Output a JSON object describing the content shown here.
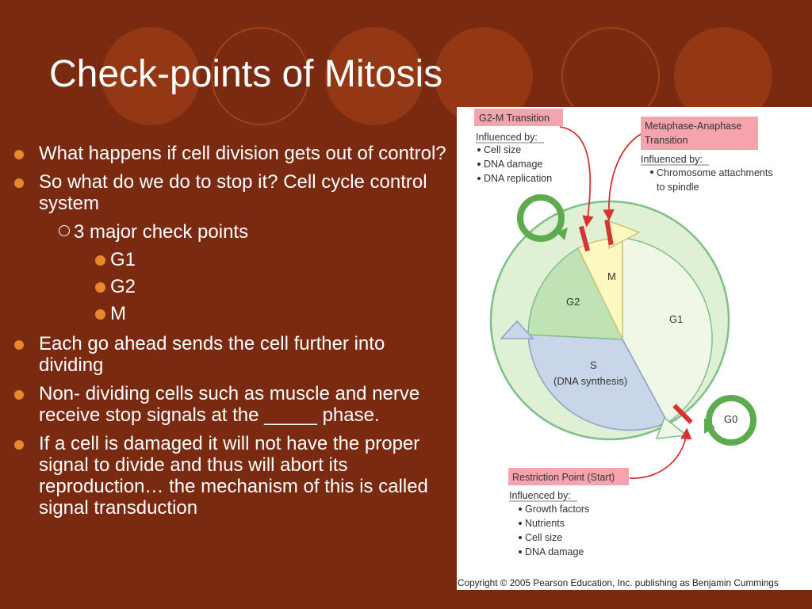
{
  "slide": {
    "title": "Check-points of Mitosis",
    "bullets": [
      "What happens if cell division gets out of control?",
      "So what do we do to stop it?  Cell cycle control system",
      "Each go ahead sends the cell further into dividing",
      "Non- dividing cells such as muscle and nerve receive stop signals at the _____ phase.",
      "If a cell is damaged it will not have the proper signal to divide and thus will abort its reproduction… the mechanism of this is called signal transduction"
    ],
    "sub_bullet": "3 major check points",
    "sub_sub_bullets": [
      "G1",
      "G2",
      "M"
    ],
    "colors": {
      "background": "#7a2a10",
      "bullet": "#e8872c",
      "text": "#ffffff"
    }
  },
  "figure": {
    "g2m_title": "G2-M Transition",
    "g2m_influenced": "Influenced by:",
    "g2m_items": [
      "Cell size",
      "DNA damage",
      "DNA replication"
    ],
    "meta_title_1": "Metaphase-Anaphase",
    "meta_title_2": "Transition",
    "meta_influenced": "Influenced by:",
    "meta_item_1": "Chromosome attachments",
    "meta_item_2": "to spindle",
    "restriction_title": "Restriction Point (Start)",
    "restriction_influenced": "Influenced by:",
    "restriction_items": [
      "Growth factors",
      "Nutrients",
      "Cell size",
      "DNA damage"
    ],
    "phase_m": "M",
    "phase_g2": "G2",
    "phase_g1": "G1",
    "phase_s": "S",
    "phase_s_sub": "(DNA synthesis)",
    "phase_g0": "G0",
    "copyright": "Copyright © 2005 Pearson Education, Inc. publishing as Benjamin Cummings",
    "colors": {
      "m": "#fdf8c0",
      "g2": "#bfe3b5",
      "g1": "#f0f7e6",
      "s": "#c9d6ea",
      "label_bg": "#f5a3ad",
      "arrow": "#d63434"
    }
  }
}
